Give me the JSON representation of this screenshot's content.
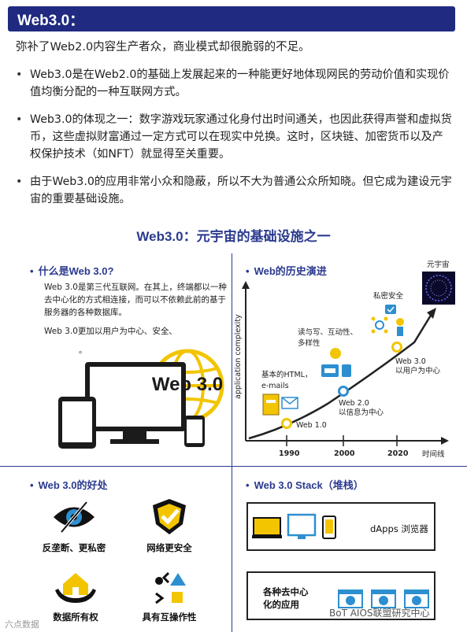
{
  "header": {
    "title": "Web3.0："
  },
  "intro": "弥补了Web2.0内容生产者众，商业模式却很脆弱的不足。",
  "bullets": [
    "Web3.0是在Web2.0的基础上发展起来的一种能更好地体现网民的劳动价值和实现价值均衡分配的一种互联网方式。",
    "Web3.0的体现之一：数字游戏玩家通过化身付出时间通关，也因此获得声誉和虚拟货币，这些虚拟财富通过一定方式可以在现实中兑换。这时，区块链、加密货币以及产权保护技术（如NFT）就显得至关重要。",
    "由于Web3.0的应用非常小众和隐蔽，所以不大为普通公众所知晓。但它成为建设元宇宙的重要基础设施。"
  ],
  "infographic": {
    "title": "Web3.0：元宇宙的基础设施之一",
    "what": {
      "heading": "什么是Web 3.0?",
      "para1": "Web 3.0是第三代互联网。在其上，终端都以一种去中心化的方式相连接，而可以不依赖此前的基于服务器的各种数据库。",
      "para2": "Web 3.0更加以用户为中心、安全、",
      "para3": "。",
      "device_logo": "Web 3.0"
    },
    "history": {
      "heading": "Web的历史演进",
      "y_axis": "application complexity",
      "x_axis": "时间线",
      "years": [
        "1990",
        "2000",
        "2020"
      ],
      "metaverse": "元宇宙",
      "stages": [
        {
          "label1": "Web 1.0",
          "label2": ""
        },
        {
          "label1": "Web 2.0",
          "label2": "以信息为中心"
        },
        {
          "label1": "Web 3.0",
          "label2": "以用户为中心"
        }
      ],
      "notes": {
        "html1": "基本的HTML，",
        "html2": "e-mails",
        "rw1": "读与写、互动性、",
        "rw2": "多样性",
        "privacy": "私密安全"
      }
    },
    "benefits": {
      "heading": "Web 3.0的好处",
      "items": [
        "反垄断、更私密",
        "网络更安全",
        "数据所有权",
        "具有互操作性"
      ]
    },
    "stack": {
      "heading": "Web 3.0 Stack（堆栈）",
      "dapps": "dApps 浏览器",
      "apps1": "各种去中心",
      "apps2": "化的应用"
    },
    "watermark_left": "六点数据",
    "watermark_right": "BoT AIOS联盟研究中心"
  },
  "colors": {
    "navy": "#1f2a80",
    "accent": "#2b3a8f",
    "yellow": "#f2c500",
    "blue": "#2d8fd0"
  }
}
